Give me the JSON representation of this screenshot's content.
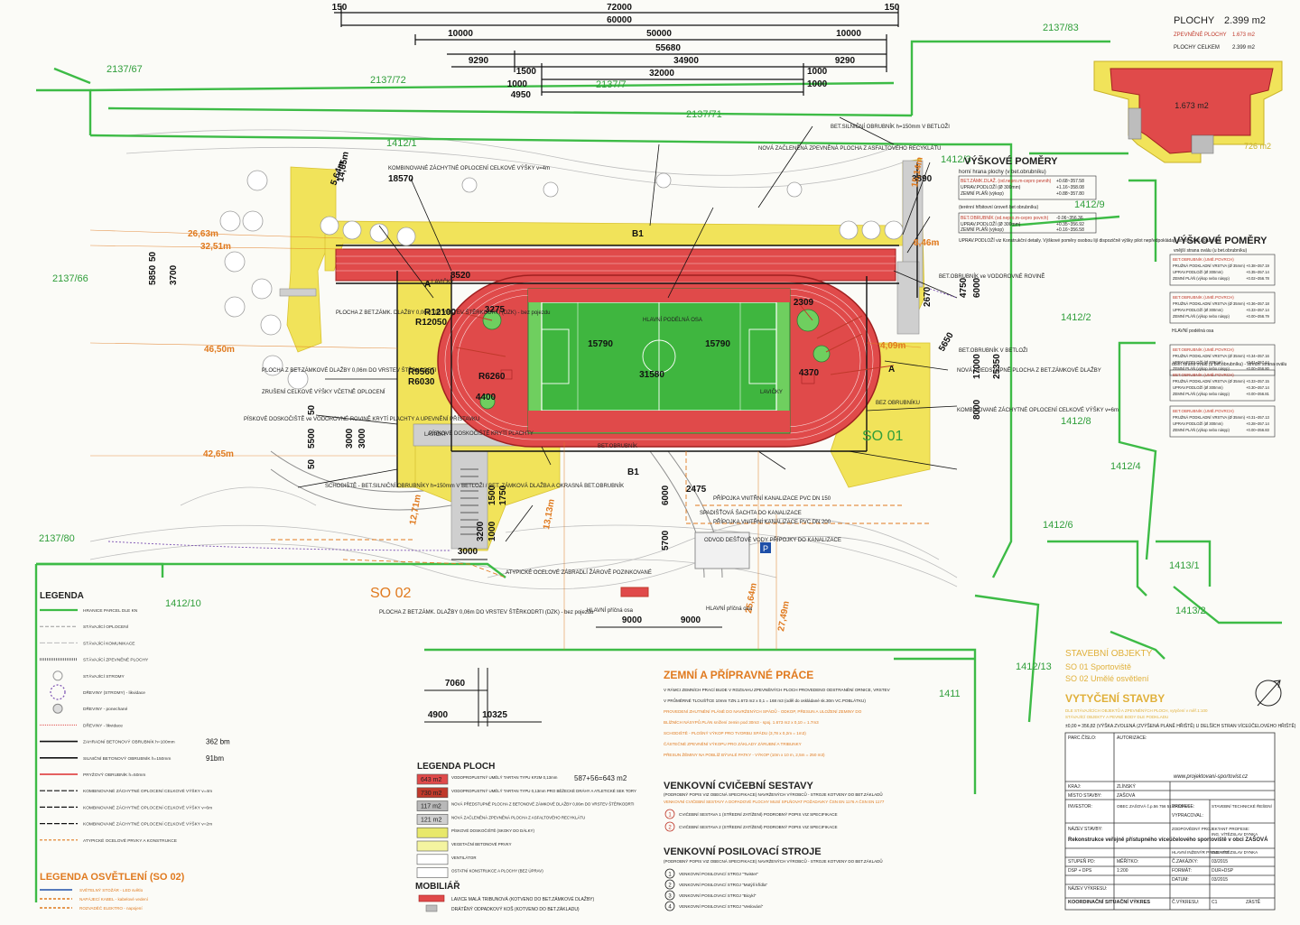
{
  "dimensions": {
    "top": [
      "72000",
      "60000",
      "50000",
      "55680",
      "34900",
      "32000",
      "9290",
      "9290",
      "10000",
      "10000",
      "150",
      "150",
      "1500",
      "1000",
      "1000",
      "1000",
      "4950"
    ],
    "left": [
      "5850",
      "3700",
      "5500",
      "3000",
      "3000",
      "50",
      "50",
      "50"
    ],
    "field": [
      "31580",
      "15790",
      "15790",
      "8520",
      "3275",
      "2309",
      "4400",
      "4370",
      "R12100",
      "R12050",
      "R9560",
      "R6030",
      "R6260"
    ],
    "right": [
      "3890",
      "4750",
      "6000",
      "25350",
      "17000",
      "8000",
      "2670",
      "5650"
    ],
    "bottom": [
      "9000",
      "9000",
      "3000",
      "6000",
      "5700",
      "2475",
      "3200",
      "1750",
      "1500",
      "1000",
      "7060",
      "4900",
      "10325"
    ],
    "slanted": [
      "14,65m",
      "5,64m",
      "26,63m",
      "32,51m",
      "46,50m",
      "42,65m",
      "12,71m",
      "13,13m",
      "25,64m",
      "27,49m",
      "15,14m",
      "8,46m",
      "4,09m",
      "18570"
    ]
  },
  "parcels": [
    "2137/83",
    "2137/67",
    "2137/72",
    "2137/7",
    "2137/71",
    "1412/1",
    "1412/3",
    "2137/66",
    "1412/9",
    "1412/2",
    "1412/8",
    "1412/4",
    "1412/6",
    "1413/1",
    "1413/2",
    "2137/80",
    "1412/10",
    "1412/13",
    "1411"
  ],
  "object_labels": {
    "so01": "SO 01",
    "so02": "SO 02"
  },
  "plochy": {
    "title": "PLOCHY",
    "total": "2.399 m2",
    "area": "1.673 m2",
    "rows": [
      {
        "label": "ZPEVNĚNÉ PLOCHY",
        "value": "1.673 m2"
      },
      {
        "label": "PLOCHY CELKEM",
        "value": "2.399 m2"
      }
    ],
    "extra": "726 m2"
  },
  "vyskove_1": {
    "title": "VÝŠKOVÉ POMĚRY",
    "subtitle": "horní hrana plochy (v bet.obrubníku)",
    "block1": {
      "head": "BET.ZÁMK.DLAŽ. (od.nepro.m-cepro pevnih)",
      "rows": [
        [
          "UPRAV.PODLOŽÍ (Ø 300mm)",
          "+1.16~358.08"
        ],
        [
          "ZEMNÍ PLÁŇ (výkop)",
          "+0.88~357.80"
        ],
        [
          "",
          "+0.68~357.58"
        ]
      ]
    },
    "note1": "(terénní hřbitovní úroveň bet obrubníku)",
    "block2": {
      "head": "BET.OBRUBNÍK (od.nepro.m-cepro povrch)",
      "rows": [
        [
          "UPRAV.PODLOŽÍ (Ø 300mm)",
          "+0.35~356.92"
        ],
        [
          "ZEMNÍ PLÁŇ (výkop)",
          "+0.16~356.58"
        ],
        [
          "",
          "-0.06~356.36"
        ]
      ]
    },
    "note2": "UPRAV.PODLOŽÍ viz Konstrukční detaily. Výškové poměry osobou lijí dispozičně výšky pilot nepředpokládají do stěn bet.obrubníků"
  },
  "vyskove_2": {
    "title": "VÝŠKOVÉ POMĚRY",
    "subtitle": "vnější strana oválu (u bet.obrubníku)",
    "blocks": [
      {
        "head": "BET.OBRUBNÍK (UMĚ.POVRCH)",
        "rows": [
          [
            "PRUŽNÁ PODKLADNÍ VRSTVA (Ø 35mm)",
            "+0.38~357.19"
          ],
          [
            "UPRAV.PODLOŽÍ (Ø 300mm)",
            "+0.35~357.14"
          ],
          [
            "ZEMNÍ PLÁŇ (výkop nebo násyp)",
            "+0.02~356.78"
          ]
        ]
      },
      {
        "head": "BET.OBRUBNÍK (UMĚ.POVRCH)",
        "rows": [
          [
            "PRUŽNÁ PODKLADNÍ VRSTVA (Ø 35mm)",
            "+0.36~357.18"
          ],
          [
            "UPRAV.PODLOŽÍ (Ø 300mm)",
            "+0.33~357.14"
          ],
          [
            "ZEMNÍ PLÁŇ (výkop nebo násyp)",
            "+0.00~356.79"
          ]
        ]
      },
      {
        "head": "BET.OBRUBNÍK (UMĚ.POVRCH)",
        "rows": [
          [
            "PRUŽNÁ PODKLADNÍ VRSTVA (Ø 35mm)",
            "+0.34~357.16"
          ],
          [
            "UPRAV.PODLOŽÍ (Ø 300mm)",
            "+0.31~357.14"
          ],
          [
            "ZEMNÍ PLÁŇ (výkop nebo násyp)",
            "+0.00~356.80"
          ]
        ]
      },
      {
        "head": "BET.OBRUBNÍK (UMĚ.POVRCH)",
        "rows": [
          [
            "PRUŽNÁ PODKLADNÍ VRSTVA (Ø 35mm)",
            "+0.33~357.15"
          ],
          [
            "UPRAV.PODLOŽÍ (Ø 300mm)",
            "+0.30~357.14"
          ],
          [
            "ZEMNÍ PLÁŇ (výkop nebo násyp)",
            "+0.00~356.81"
          ]
        ]
      },
      {
        "head": "BET.OBRUBNÍK (UMĚ.POVRCH)",
        "rows": [
          [
            "PRUŽNÁ PODKLADNÍ VRSTVA (Ø 35mm)",
            "+0.31~357.13"
          ],
          [
            "UPRAV.PODLOŽÍ (Ø 300mm)",
            "+0.28~357.14"
          ],
          [
            "ZEMNÍ PLÁŇ (výkop nebo násyp)",
            "+0.00~356.83"
          ]
        ]
      }
    ],
    "between": [
      "HLAVNÍ podélná osa",
      "dolní strana oválu (u bet.obrubníku) - střední strana oválu"
    ]
  },
  "field_labels": [
    "LAVIČKY",
    "LAVIČKY",
    "LAVIČKY",
    "BET.OBRUBNÍK",
    "B1",
    "B1",
    "A",
    "A",
    "HLAVNÍ PODÉLNÁ OSA"
  ],
  "callouts": [
    "PLOCHA Z BET.ZÁMK. DLAŽBY 0,06m DO VRSTEV ŠTĚRKODRTI (DZK) - bez pojezdu",
    "PLOCHA Z BET.ZÁMKOVÉ DLAŽBY 0,06m DO VRSTEV ŠTĚRKODRTI",
    "ZRUŠENÍ CELKOVÉ VÝŠKY VČETNĚ OPLOCENÍ",
    "PÍSKOVÉ DOSKOČIŠTĚ ve VODOROVNÉ ROVINĚ KRYTÍ PLACHTY A UPEVNĚNÍ PŘÍSTAVKU",
    "PÍSKOVÉ DOSKOČIŠTĚ KRYTÍ PLACHTY",
    "SCHODIŠTĚ - BET.SILNIČNÍ OBRUBNÍKY h=150mm V BETLOŽI / BET. ZÁMKOVÁ DLAŽBA A OKRASNÁ BET.OBRUBNÍK",
    "PLOCHA Z BET.ZÁMK. DLAŽBY 0,06m DO VRSTEV ŠTĚRKODRTI (DZK) - bez pojezdu",
    "NOVÁ ZAČLENĚNÁ ZPEVNĚNÁ PLOCHA Z ASFALTOVÉHO RECYKLÁTU",
    "KOMBINOVANÉ ZÁCHYTNÉ OPLOCENÍ CELKOVÉ VÝŠKY v=4m",
    "KOMBINOVANÉ ZÁCHYTNÉ OPLOCENÍ CELKOVÉ VÝŠKY v=6m",
    "BET.SILNIČNÍ OBRUBNÍK h=150mm V BETLOŽI",
    "NOVÁ PŘEDSTUPNĚ PLOCHA Z BET.ZÁMKOVÉ DLAŽBY",
    "ATYPICKÉ OCELOVÉ ZÁBRADLÍ ŽÁROVĚ POZINKOVANÉ",
    "BET.OBRUBNÍK ve VODOROVNÉ ROVINĚ",
    "ODVOD DEŠŤOVÉ VODY PŘÍPOJKY DO KANALIZACE",
    "PŘÍPOJKA VNITŘNÍ KANALIZACE PVC DN 150",
    "PŘÍPOJKA VNITŘNÍ KANALIZACE PVC DN 200",
    "HLAVNÍ příčná osa",
    "HLAVNÍ příčná osa",
    "BEZ OBRUBNÍKU",
    "BET.OBRUBNÍK V BETLOŽI",
    "SPADIŠŤOVÁ ŠACHTA DO KANALIZACE"
  ],
  "legenda": {
    "title": "LEGENDA",
    "items": [
      "HRANICE PARCEL DLE KN",
      "STÁVAJÍCÍ OPLOCENÍ",
      "STÁVAJÍCÍ KOMUNIKACE",
      "STÁVAJÍCÍ ZPEVNĚNÉ PLOCHY",
      "STÁVAJÍCÍ STROMY",
      "DŘEVINY (STROMY) - likvidace",
      "DŘEVINY - ponechané",
      "DŘEVINY - likvidace",
      "ZAHRADNÍ BETONOVÝ OBRUBNÍK h=100mm",
      "SILNIČNÍ BETONOVÝ OBRUBNÍK h=150mm",
      "PRYŽOVÝ OBRUBNÍK h=50mm",
      "KOMBINOVANÉ ZÁCHYTNÉ OPLOCENÍ CELKOVÉ VÝŠKY v=4m",
      "KOMBINOVANÉ ZÁCHYTNÉ OPLOCENÍ CELKOVÉ VÝŠKY v=6m",
      "KOMBINOVANÉ ZÁCHYTNÉ OPLOCENÍ CELKOVÉ VÝŠKY v=2m",
      "ATYPICKÉ OCELOVÉ PRVKY A KONSTRUKCE"
    ],
    "lengths": [
      {
        "label": "362 bm",
        "row": 8
      },
      {
        "label": "91bm",
        "row": 9
      }
    ]
  },
  "legenda_osvetleni": {
    "title": "LEGENDA OSVĚTLENÍ (SO 02)",
    "items": [
      "SVĚTELNÝ STOŽÁR - LED světlo",
      "NAPÁJECÍ KABEL - kabelové vedení",
      "ROZVADĚČ ELEKTRO - napojení"
    ]
  },
  "legenda_ploch": {
    "title": "LEGENDA PLOCH",
    "rows": [
      {
        "area": "643 m2",
        "text": "VODOPROPUSTNÝ UMĚLÝ TARTAN TYPU KF2M 0,13mm",
        "note": "587+56=643 m2",
        "color": "#e04a4a"
      },
      {
        "area": "730 m2",
        "text": "VODOPROPUSTNÝ UMĚLÝ TARTAN TYPU 0,13mm PRO BĚŽECKÉ DRÁHY A ATLETICKÉ SEK TORY",
        "note": "",
        "color": "#c0392b"
      },
      {
        "area": "117 m2",
        "text": "NOVÁ PŘEDSTUPNĚ PLOCHA Z BETONOVÉ ZÁMKOVÉ DLAŽBY 0,06m DO VRSTEV ŠTĚRKODRTI",
        "note": "",
        "color": "#b8b8b8"
      },
      {
        "area": "121 m2",
        "text": "NOVÁ ZAČLENĚNÁ ZPEVNĚNÁ PLOCHA Z ASFALTOVÉHO RECYKLÁTU",
        "note": "",
        "color": "#cfcfcf"
      },
      {
        "area": "",
        "text": "PÍSKOVÉ DOSKOČIŠTĚ (SKOKY DO DÁLKY)",
        "note": "",
        "color": "#e8e86a"
      },
      {
        "area": "",
        "text": "VEGETAČNÍ BETONOVÉ PRVKY",
        "note": "",
        "color": "#f4f4a0"
      },
      {
        "area": "",
        "text": "VENTILÁTOR",
        "note": "",
        "color": "#ffffff"
      },
      {
        "area": "",
        "text": "OSTATNÍ KONSTRUKCE A PLOCHY (BEZ ÚPRAV)",
        "note": "",
        "color": "#ffffff"
      }
    ]
  },
  "mobiliar": {
    "title": "MOBILIÁŘ",
    "items": [
      "LAVICE MALÁ TRIBUNOVÁ (KOTVENO DO BET.ZÁMKOVÉ DLAŽBY)",
      "DRÁTĚNÝ ODPADKOVÝ KOŠ (KOTVENO DO BET.ZÁKLADU)"
    ]
  },
  "zemni": {
    "title": "ZEMNÍ A PŘÍPRAVNÉ PRÁCE",
    "lines": [
      "V RÁMCI ZEMNÍCH PRACÍ BUDE V ROZSAHU ZPEVNĚNÝCH PLOCH PROVEDENO ODSTRANĚNÍ ORNICE, VRSTEV",
      "V PRŮMĚRNÉ TLOUŠŤCE 10mm TZN.1.673 m2 x 0,1 = 168 m3 (oděl do oskládané sk.30m VC.POBLÁTKU)",
      "PROVEDENÍ ZHUTNĚNÍ PLÁNĚ DO NAVRŽENÝCH SPÁDŮ - ODKOP, PŘESUN A ULOŽENÍ ZEMINY DO",
      "BLÍŽNÍCH NÁSYPŮ.PLÁN snížení zemin pod 30m3 - spoj. 1.673 m2 x 0,10 = 1.7m3",
      "SCHODIŠTĚ - PLOŠNÝ VÝKOP PRO TVORBU SPÁDU (3,78 x 0,2m = 1m3)",
      "ČÁSTEČNÉ ZPEVNĚNÍ VÝKOPU PRO ZÁKLADY ZÁRUBNÍ A TRIBUNKY",
      "PŘESUN ŽĚMINY NA POBLÍŽ BÝVALÉ PATKY - VÝKOP (10m x 10 m, 2,5m = 250 m3)"
    ]
  },
  "cvicebni": {
    "title": "VENKOVNÍ CVIČEBNÍ SESTAVY",
    "subtitle": "(PODROBNÝ POPIS VIZ OBECNÁ SPECIFIKACE) NAVRŽENÝCH VÝROBCŮ - STROJE KOTVENY DO BET.ZÁKLADŮ",
    "note": "VENKOVNÍ CVIČEBNÍ SESTAVY A DOPADOVÉ PLOCHY MUSÍ SPLŇOVAT POŽADAVKY ČSN EN 1176 A ČSN EN 1177",
    "items": [
      {
        "num": "1",
        "text": "CVIČEBNÍ SESTAVA 1 (STŘEDNÍ ZATÍŽENÍ) PODROBNÝ POPIS VIZ SPECIFIKACE"
      },
      {
        "num": "2",
        "text": "CVIČEBNÍ SESTAVA 2 (STŘEDNÍ ZATÍŽENÍ) PODROBNÝ POPIS VIZ SPECIFIKACE"
      }
    ]
  },
  "posilovaci": {
    "title": "VENKOVNÍ POSILOVACÍ STROJE",
    "subtitle": "(PODROBNÝ POPIS VIZ OBECNÁ SPECIFIKACE) NAVRŽENÝCH VÝROBCŮ - STROJE KOTVENY DO BET.ZÁKLADŮ",
    "items": [
      {
        "num": "1",
        "text": "VENKOVNÍ POSILOVACÍ STROJ \"Twister\""
      },
      {
        "num": "2",
        "text": "VENKOVNÍ POSILOVACÍ STROJ \"Motýlí křídla\""
      },
      {
        "num": "3",
        "text": "VENKOVNÍ POSILOVACÍ STROJ \"Bicykl\""
      },
      {
        "num": "4",
        "text": "VENKOVNÍ POSILOVACÍ STROJ \"Veslování\""
      }
    ]
  },
  "stavebni": {
    "title": "STAVEBNÍ OBJEKTY",
    "items": [
      "SO 01 Sportoviště",
      "SO 02 Umělé osvětlení"
    ]
  },
  "vytyceni": {
    "title": "VYTYČENÍ STAVBY",
    "lines": [
      "DLE STÁVAJÍCÍCH OBJEKTŮ A ZPEVNĚNÝCH PLOCH, vytyčení v měř.1:100",
      "STÁVAJÍCÍ OBJEKTY A PEVNÉ BODY DLE PODKLADU",
      "±0,00 = 356,82 (VÝŠKA ZVOLENÁ (ZVÝŠENÁ PLÁNĚ HŘIŠTĚ) U DELŠÍCH STRAN VÍCEÚČELOVÉHO HŘIŠTĚ)"
    ]
  },
  "title_block": {
    "part_no_label": "PARC.ČÍSLO:",
    "autor_label": "AUTORIZACE:",
    "company": "www.projektovani-sportovist.cz",
    "kraj_label": "KRAJ:",
    "kraj": "ZLÍNSKÝ",
    "misto_label": "MÍSTO STAVBY:",
    "misto": "ZAŠOVÁ",
    "investor_label": "INVESTOR:",
    "investor": "OBEC ZAŠOVÁ č.p.56 756 51 ZAŠOVÁ",
    "profese_label": "PROFESE:",
    "profese": "STAVEBNÍ TECHNICKÉ ŘEŠENÍ",
    "vypracoval_label": "VYPRACOVAL:",
    "zodp_label": "ZODPOVĚDNÝ PROJEKTANT PROFESE:",
    "zodp": "ING. VÍTĚZSLAV DYNKA",
    "nazev_label": "NÁZEV STAVBY:",
    "nazev": "Rekonstrukce veřejně přístupného víceúčelového sportoviště v obci ZAŠOVÁ",
    "hip_label": "HLAVNÍ INŽENÝR PROJEKTU:",
    "hip": "ING. VÍTĚZSLAV DYNKA",
    "stupen_label": "STUPEŇ PD:",
    "stupen": "DSP + DPS",
    "meritko_label": "MĚŘÍTKO:",
    "meritko": "1:200",
    "cislo_label": "Č.ZAKÁZKY:",
    "cislo": "03/2015",
    "format_label": "FORMÁT:",
    "format": "DUR+DSP",
    "datum_label": "DATUM:",
    "datum": "03/2015",
    "vykres_label": "NÁZEV VÝKRESU:",
    "vykres": "KOORDINAČNÍ SITUAČNÍ VÝKRES",
    "cvykresu_label": "Č.VÝKRESU:",
    "cvykresu": "C1",
    "list": "ZÁSTĚ"
  },
  "colors": {
    "tartan": "#e04a4a",
    "field": "#3fb63f",
    "fieldlight": "#7fd66a",
    "paving": "#f1e35a",
    "paving_dark": "#e4cf2a",
    "grey": "#bdbdbd",
    "parcel": "#2f9e3a",
    "orange": "#e07a1f"
  }
}
